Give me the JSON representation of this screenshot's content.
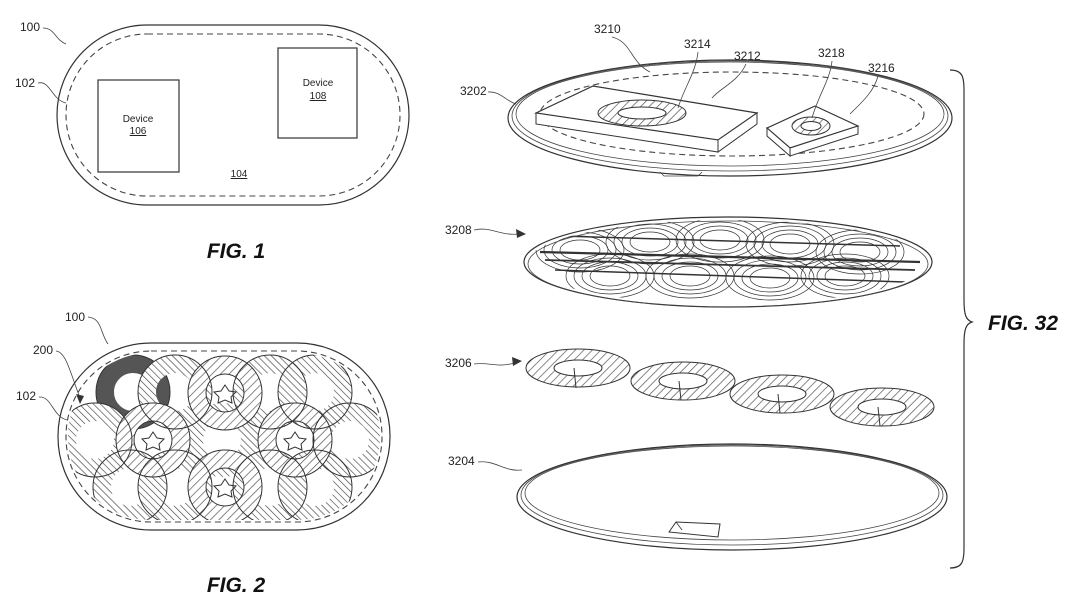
{
  "fig1": {
    "caption": "FIG. 1",
    "ref_pad": "100",
    "ref_boundary": "102",
    "ref_surface": "104",
    "device_a": {
      "word": "Device",
      "num": "106"
    },
    "device_b": {
      "word": "Device",
      "num": "108"
    }
  },
  "fig2": {
    "caption": "FIG. 2",
    "ref_pad": "100",
    "ref_coils": "200",
    "ref_boundary": "102"
  },
  "fig32": {
    "caption": "FIG. 32",
    "refs": {
      "top_cover": "3202",
      "cover_surface": "3210",
      "device_a": "3212",
      "device_a_coil": "3214",
      "device_b": "3216",
      "device_b_coil": "3218",
      "coil_array": "3208",
      "coil_layer": "3206",
      "base": "3204"
    }
  },
  "colors": {
    "line": "#333333",
    "background": "#ffffff"
  }
}
